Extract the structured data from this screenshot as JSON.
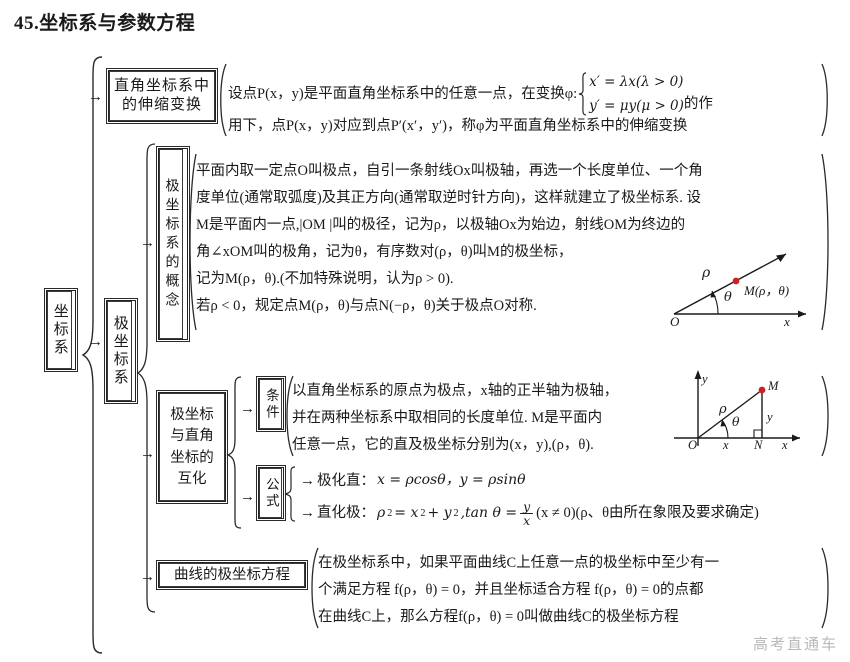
{
  "title": "45.坐标系与参数方程",
  "root": {
    "label": "坐标系"
  },
  "branches": {
    "stretch": {
      "label": "直角坐标系中的伸缩变换",
      "label_line1": "直角坐标系中",
      "label_line2": "的伸缩变换",
      "body_line1_a": "设点P(x，y)是平面直角坐标系中的任意一点，在变换φ:",
      "sys_eq1": "x′ = λx(λ > 0)",
      "sys_eq2": "y′ = μy(μ > 0)",
      "body_line1_b": "的作",
      "body_line2": "用下，点P(x，y)对应到点P′(x′，y′)，称φ为平面直角坐标系中的伸缩变换"
    },
    "polar": {
      "label": "极坐标系",
      "concept": {
        "label": "极坐标系的概念",
        "line1": "平面内取一定点O叫极点，自引一条射线Ox叫极轴，再选一个长度单位、一个角",
        "line2": "度单位(通常取弧度)及其正方向(通常取逆时针方向)，这样就建立了极坐标系. 设",
        "line3": "M是平面内一点,|OM |叫的极径，记为ρ，以极轴Ox为始边，射线OM为终边的",
        "line4": "角∠xOM叫的极角，记为θ，有序数对(ρ，θ)叫M的极坐标，",
        "line5": "记为M(ρ，θ).(不加特殊说明，认为ρ > 0).",
        "line6": "若ρ < 0，规定点M(ρ，θ)与点N(−ρ，θ)关于极点O对称.",
        "figure": {
          "name": "polar-coordinate-figure",
          "label_O": "O",
          "label_x": "x",
          "label_rho": "ρ",
          "label_theta": "θ",
          "label_point": "M(ρ，θ)"
        }
      },
      "conversion": {
        "label": "极坐标与直角坐标的互化",
        "label_l1": "极坐标",
        "label_l2": "与直角",
        "label_l3": "坐标的",
        "label_l4": "互化",
        "condition": {
          "label": "条件",
          "line1": "以直角坐标系的原点为极点，x轴的正半轴为极轴，",
          "line2": "并在两种坐标系中取相同的长度单位. M是平面内",
          "line3": "任意一点，它的直及极坐标分别为(x，y),(ρ，θ).",
          "figure": {
            "name": "rect-polar-figure",
            "label_O": "O",
            "label_x_axis": "x",
            "label_y_axis": "y",
            "label_N": "N",
            "label_M": "M",
            "label_rho": "ρ",
            "label_theta": "θ",
            "label_x_seg": "x",
            "label_y_seg": "y"
          }
        },
        "formula": {
          "label": "公式",
          "line1_label": "极化直：",
          "line1_eq": "x = ρcosθ，y = ρsinθ",
          "line2_label": "直化极：",
          "line2_eq_a": "ρ",
          "line2_eq_b": " = x",
          "line2_eq_c": " + y",
          "line2_eq_d": ",tan θ = ",
          "frac_num": "y",
          "frac_den": "x",
          "line2_eq_e": "(x ≠ 0)(ρ、θ由所在象限及要求确定)"
        }
      },
      "curve_equation": {
        "label": "曲线的极坐标方程",
        "line1": "在极坐标系中，如果平面曲线C上任意一点的极坐标中至少有一",
        "line2": "个满足方程 f(ρ，θ) = 0，并且坐标适合方程 f(ρ，θ) = 0的点都",
        "line3": "在曲线C上，那么方程f(ρ，θ) = 0叫做曲线C的极坐标方程"
      }
    }
  },
  "arrow_glyph": "→",
  "watermark": "高考直通车"
}
